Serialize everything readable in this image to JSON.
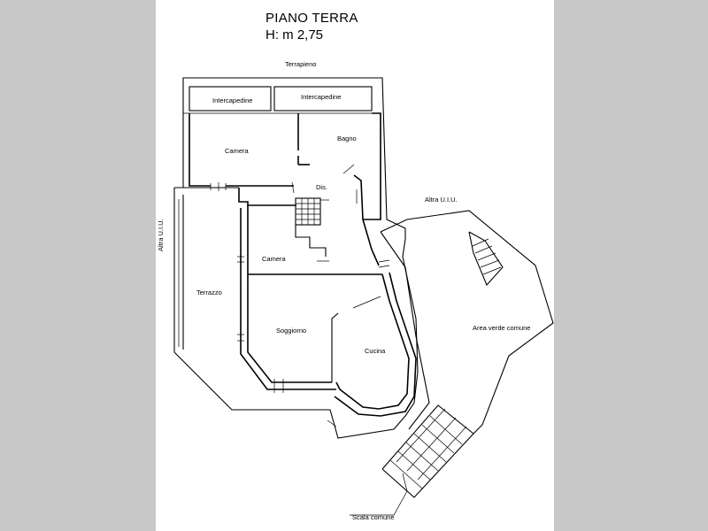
{
  "header": {
    "title": "PIANO TERRA",
    "height": "H: m 2,75"
  },
  "labels": {
    "terrapieno": "Terrapieno",
    "intercapedine_left": "Intercapedine",
    "intercapedine_right": "Intercapedine",
    "camera_top": "Camera",
    "bagno": "Bagno",
    "dis": "Dis.",
    "altra_uiu_right": "Altra U.I.U.",
    "altra_uiu_left": "Altra U.I.U.",
    "camera_mid": "Camera",
    "terrazzo": "Terrazzo",
    "soggiorno": "Soggiorno",
    "cucina": "Cucina",
    "area_verde": "Area verde comune",
    "scala_comune": "Scala comune"
  }
}
